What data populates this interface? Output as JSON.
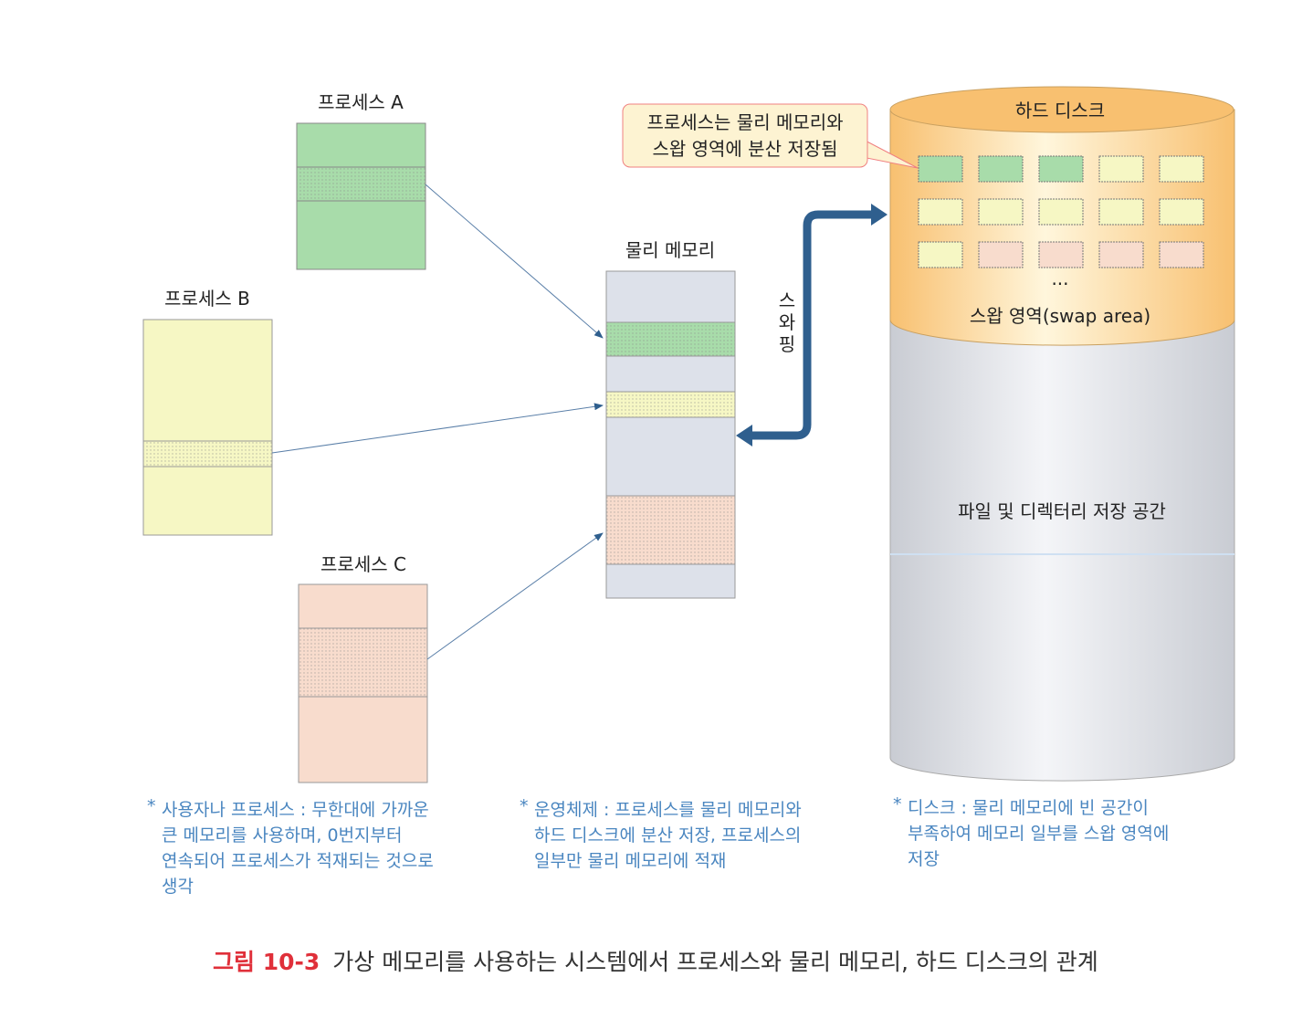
{
  "process_a": {
    "label": "프로세스 A"
  },
  "process_b": {
    "label": "프로세스 B"
  },
  "process_c": {
    "label": "프로세스 C"
  },
  "physical_memory": {
    "label": "물리 메모리"
  },
  "swapping": {
    "label_chars": [
      "스",
      "와",
      "핑"
    ]
  },
  "callout": {
    "line1": "프로세스는 물리 메모리와",
    "line2": "스왑 영역에 분산 저장됨"
  },
  "hard_disk": {
    "title": "하드 디스크",
    "ellipsis": "...",
    "swap_label": "스왑 영역(swap area)",
    "file_label": "파일 및 디렉터리 저장 공간",
    "swap_grid": [
      [
        "green",
        "green",
        "green",
        "yellow",
        "yellow"
      ],
      [
        "yellow",
        "yellow",
        "yellow",
        "yellow",
        "yellow"
      ],
      [
        "yellow",
        "pink",
        "pink",
        "pink",
        "pink"
      ]
    ]
  },
  "colors": {
    "green": "#a8dcaa",
    "yellow": "#f6f7c4",
    "pink": "#f8dccd",
    "arrow": "#2f5f8e",
    "note": "#4a86c0",
    "caption_num": "#e0303a"
  },
  "notes": [
    {
      "star": "*",
      "lines": [
        "사용자나 프로세스 : 무한대에 가까운",
        "큰 메모리를 사용하며, 0번지부터",
        "연속되어 프로세스가 적재되는 것으로",
        "생각"
      ]
    },
    {
      "star": "*",
      "lines": [
        "운영체제 : 프로세스를 물리 메모리와",
        "하드 디스크에 분산 저장, 프로세스의",
        "일부만 물리 메모리에 적재"
      ]
    },
    {
      "star": "*",
      "lines": [
        "디스크 : 물리 메모리에 빈 공간이",
        "부족하여 메모리 일부를 스왑 영역에",
        "저장"
      ]
    }
  ],
  "caption": {
    "number": "그림 10-3",
    "text": "가상 메모리를 사용하는 시스템에서 프로세스와 물리 메모리, 하드 디스크의 관계"
  }
}
